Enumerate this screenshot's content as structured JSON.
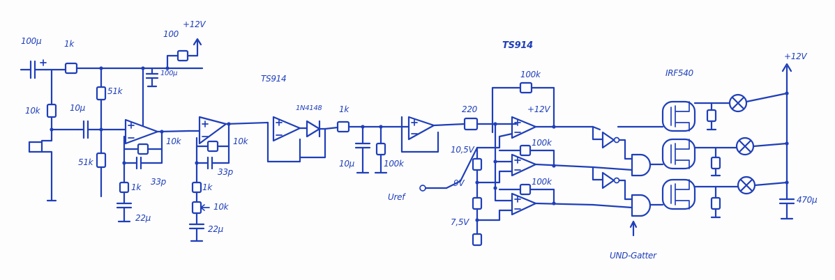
{
  "labels": {
    "c_in": "100µ",
    "r_in_series": "1k",
    "r_100": "100",
    "v_plus_left": "+12V",
    "c_100u_top": "100µ",
    "r_mic_bias": "10k",
    "c_10u": "10µ",
    "r_51k_top": "51k",
    "r_51k_bottom": "51k",
    "r_fb1": "10k",
    "r_gain1": "1k",
    "c_33p_1": "33p",
    "c_22u_1": "22µ",
    "r_fb2": "10k",
    "r_gain2": "1k",
    "r_10k_pot": "10k",
    "c_33p_2": "33p",
    "c_22u_2": "22µ",
    "ic_mid": "TS914",
    "diode": "1N4148",
    "r_1k_rect": "1k",
    "c_10u_rect": "10µ",
    "r_100k_rect": "100k",
    "ic_right": "TS914",
    "r_220": "220",
    "v_plus_comp": "+12V",
    "r_100k_a": "100k",
    "r_100k_b": "100k",
    "r_100k_c": "100k",
    "v_105": "10,5V",
    "v_9": "9V",
    "v_75": "7,5V",
    "vref": "Uref",
    "gates": "UND-Gatter",
    "mosfet": "IRF540",
    "v_plus_right": "+12V",
    "c_470u": "470µ"
  },
  "colors": {
    "ink": "#1f3fb8",
    "paper": "#fdfdfe"
  }
}
